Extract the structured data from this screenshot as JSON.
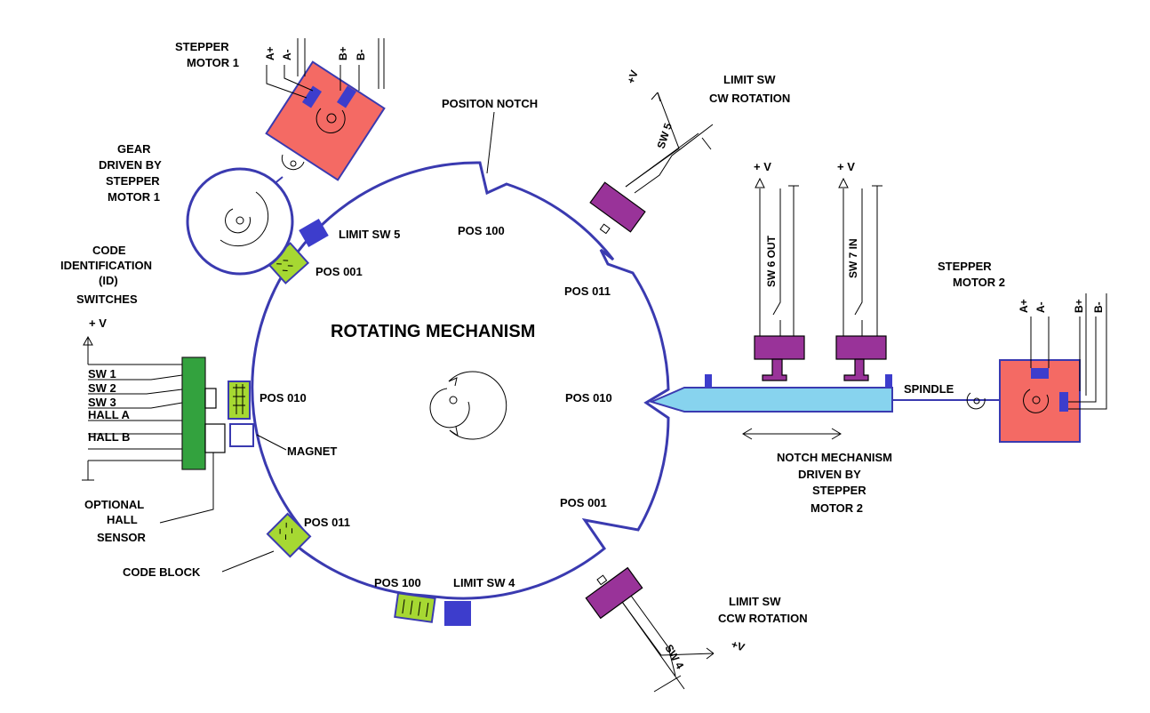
{
  "colors": {
    "ring": "#3a3ab0",
    "motor": "#f46a64",
    "switch": "#993399",
    "code_block": "#a6d832",
    "spindle": "#87d3ee",
    "id_block": "#33a23e",
    "limit_block": "#3d3dcc"
  },
  "labels": {
    "stepper_motor_1": [
      "STEPPER",
      "MOTOR 1"
    ],
    "motor1_pins": [
      "A+",
      "A-",
      "B+",
      "B-"
    ],
    "gear": [
      "GEAR",
      "DRIVEN BY",
      "STEPPER",
      "MOTOR 1"
    ],
    "code_id": [
      "CODE",
      "IDENTIFICATION",
      "(ID)",
      "SWITCHES"
    ],
    "plus_v": "+ V",
    "id_switches": [
      "SW 1",
      "SW 2",
      "SW 3",
      "HALL A",
      "HALL B"
    ],
    "optional_hall": [
      "OPTIONAL",
      "HALL",
      "SENSOR"
    ],
    "code_block": "CODE BLOCK",
    "magnet": "MAGNET",
    "position_notch": "POSITON NOTCH",
    "limit_sw_5": "LIMIT SW 5",
    "limit_sw_4": "LIMIT SW 4",
    "rotating_mechanism": "ROTATING MECHANISM",
    "ring_positions": {
      "inner_top": "POS 100",
      "inner_011": "POS 011",
      "inner_010": "POS 010",
      "inner_001": "POS 001",
      "code_001": "POS 001",
      "code_010": "POS 010",
      "code_011": "POS 011",
      "code_100": "POS 100"
    },
    "limit_cw": [
      "LIMIT SW",
      "CW ROTATION"
    ],
    "limit_ccw": [
      "LIMIT SW",
      "CCW ROTATION"
    ],
    "sw5": "SW 5",
    "sw4": "SW 4",
    "plus_v_tilted": "+V",
    "sw6_out": "SW 6 OUT",
    "sw7_in": "SW 7 IN",
    "stepper_motor_2": [
      "STEPPER",
      "MOTOR 2"
    ],
    "motor2_pins": [
      "A+",
      "A-",
      "B+",
      "B-"
    ],
    "spindle": "SPINDLE",
    "notch_mechanism": [
      "NOTCH MECHANISM",
      "DRIVEN BY",
      "STEPPER",
      "MOTOR 2"
    ]
  }
}
